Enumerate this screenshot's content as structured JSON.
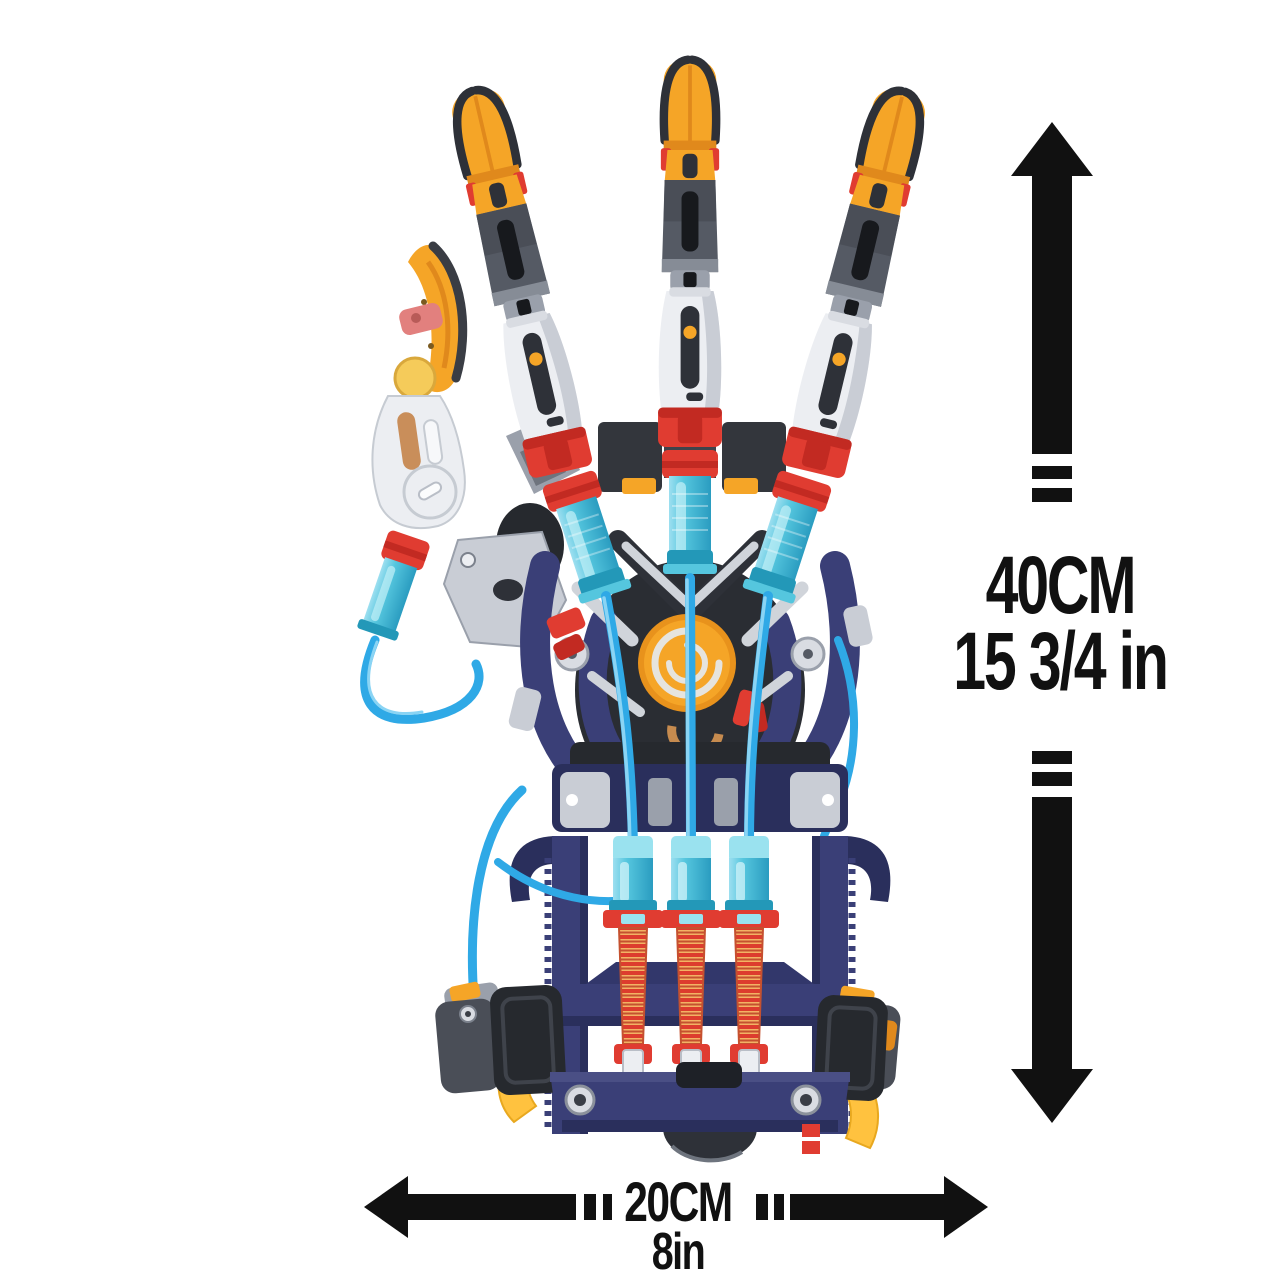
{
  "dimensions": {
    "height": {
      "metric": "40CM",
      "imperial": "15 3/4 in"
    },
    "width": {
      "metric": "20CM",
      "imperial": "8in"
    }
  },
  "icons": {
    "figure": "hydraulic-cyborg-hand-illustration",
    "height_arrows": [
      "up-arrow",
      "down-arrow"
    ],
    "width_arrow": "left-right-arrow"
  },
  "palette": {
    "ann": "#111111",
    "orange": "#F5A527",
    "orange_dark": "#E0891C",
    "yellow": "#FFC23F",
    "red": "#E03C31",
    "red_dark": "#C22A22",
    "pink": "#E2807E",
    "cyan": "#55C6DE",
    "cyan_light": "#9AE2EF",
    "teal": "#2398B8",
    "tube": "#2FA9E6",
    "tube_light": "#8AD4F4",
    "navy": "#3A3F77",
    "navy_mid": "#32376B",
    "navy_dark": "#2A2F5C",
    "silver": "#D9DCE2",
    "silver_mid": "#C9CDD5",
    "gray": "#9AA0AB",
    "gray_dark": "#555A64",
    "charcoal": "#2E3138",
    "black_part": "#26292E",
    "copper": "#C68B4F",
    "white_part": "#ECEEF2"
  }
}
